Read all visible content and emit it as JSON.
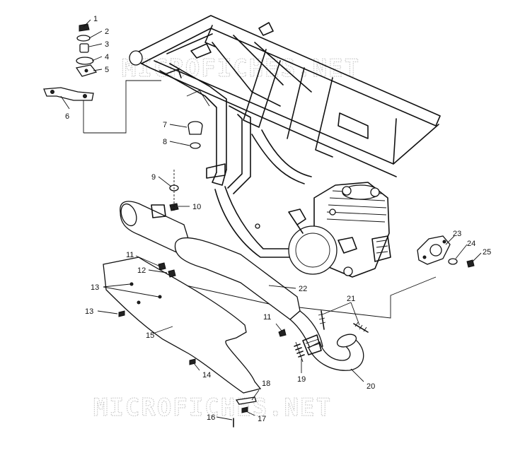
{
  "watermarks": [
    "MICROFICHES.NET",
    "MICROFICHES.NET"
  ],
  "callouts": [
    "1",
    "2",
    "3",
    "4",
    "5",
    "6",
    "7",
    "8",
    "9",
    "10",
    "11",
    "12",
    "13",
    "13",
    "14",
    "15",
    "11",
    "16",
    "17",
    "18",
    "19",
    "20",
    "21",
    "22",
    "23",
    "24",
    "25"
  ]
}
